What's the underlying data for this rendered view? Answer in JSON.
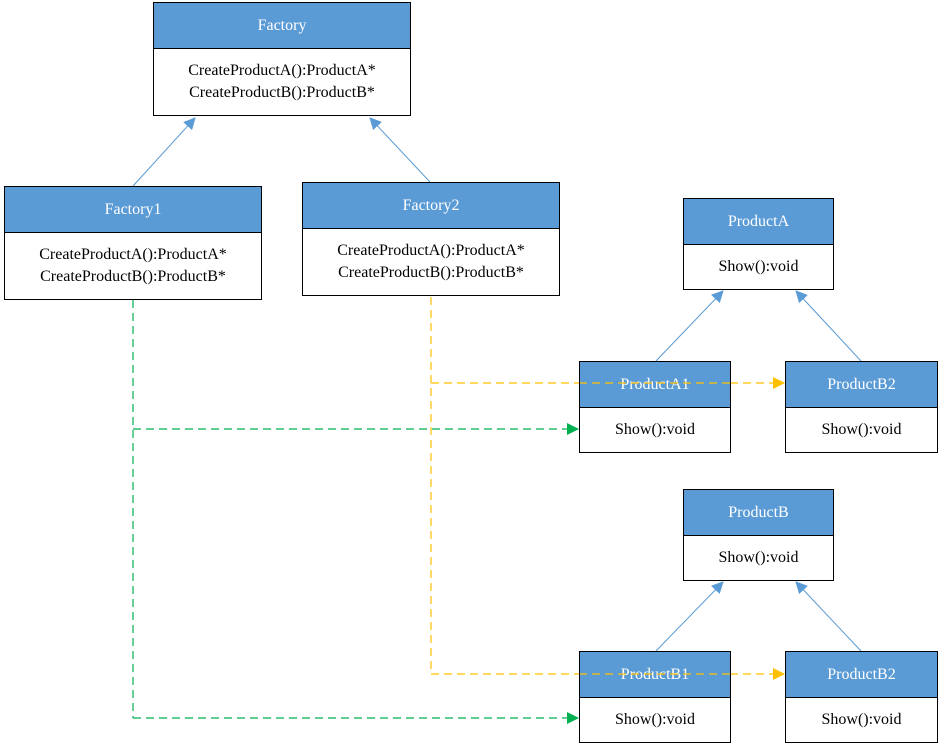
{
  "classes": {
    "factory": {
      "name": "Factory",
      "methods": [
        "CreateProductA():ProductA*",
        "CreateProductB():ProductB*"
      ]
    },
    "factory1": {
      "name": "Factory1",
      "methods": [
        "CreateProductA():ProductA*",
        "CreateProductB():ProductB*"
      ]
    },
    "factory2": {
      "name": "Factory2",
      "methods": [
        "CreateProductA():ProductA*",
        "CreateProductB():ProductB*"
      ]
    },
    "productA": {
      "name": "ProductA",
      "methods": [
        "Show():void"
      ]
    },
    "productA1": {
      "name": "ProductA1",
      "methods": [
        "Show():void"
      ]
    },
    "productA2": {
      "name": "ProductB2",
      "methods": [
        "Show():void"
      ]
    },
    "productB": {
      "name": "ProductB",
      "methods": [
        "Show():void"
      ]
    },
    "productB1": {
      "name": "ProductB1",
      "methods": [
        "Show():void"
      ]
    },
    "productB2": {
      "name": "ProductB2",
      "methods": [
        "Show():void"
      ]
    }
  },
  "colors": {
    "header_fill": "#5b9bd5",
    "inheritance_line": "#5b9bd5",
    "factory1_dependency": "#00b050",
    "factory2_dependency": "#ffc000"
  }
}
